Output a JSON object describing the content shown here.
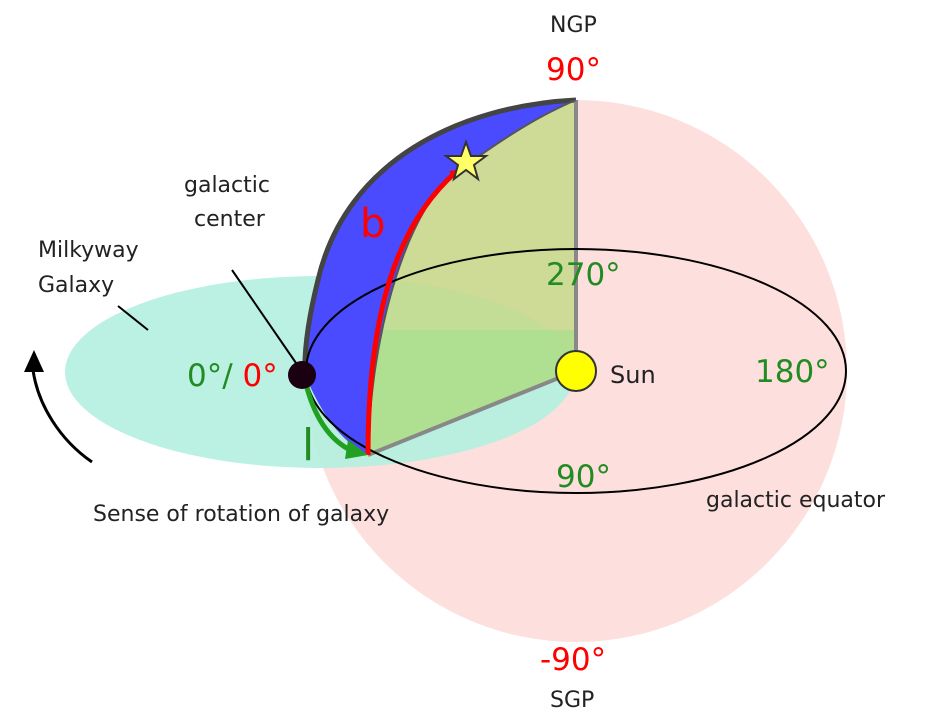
{
  "labels": {
    "ngp": "NGP",
    "north_pole_latitude": "90°",
    "galactic_center": [
      "galactic",
      "center"
    ],
    "milkyway_galaxy": [
      "Milkyway",
      "Galaxy"
    ],
    "b_arc": "b",
    "l_arc": "l",
    "longitude_270": "270°",
    "longitude_0": "0°/",
    "latitude_0": " 0°",
    "sun": "Sun",
    "longitude_180": "180°",
    "longitude_90": "90°",
    "galactic_equator": "galactic equator",
    "sense_of_rotation": "Sense of rotation of galaxy",
    "south_pole_latitude": "-90°",
    "sgp": "SGP"
  },
  "colors": {
    "celestial_sphere": "#fde0de",
    "galaxy_disk": "#b3f0df",
    "latitude_wedge": "#c4d98a",
    "longitude_band": "#4a4aff",
    "b_arrow": "#ff0000",
    "l_arrow": "#22a022",
    "sun": "#ffff00",
    "star": "#ffff66",
    "galactic_center": "#1a0010"
  }
}
